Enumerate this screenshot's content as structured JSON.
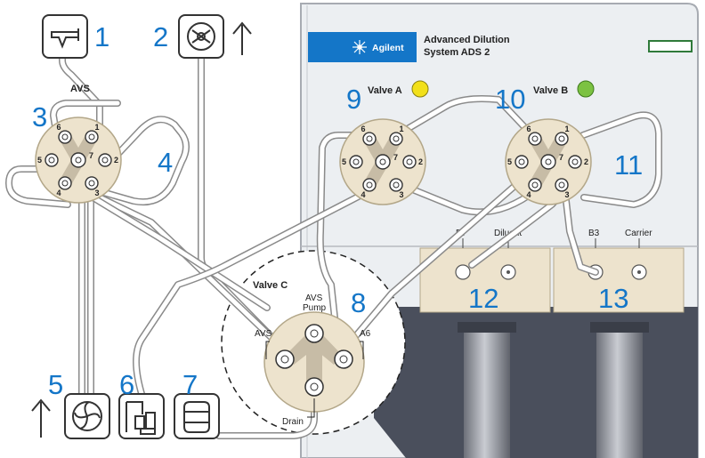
{
  "callouts": [
    "1",
    "2",
    "3",
    "4",
    "5",
    "6",
    "7",
    "8",
    "9",
    "10",
    "11",
    "12",
    "13"
  ],
  "instrument": {
    "brand": "Agilent",
    "title_line1": "Advanced Dilution",
    "title_line2": "System ADS 2"
  },
  "valves": {
    "avs": {
      "title": "AVS",
      "ports": [
        "1",
        "2",
        "3",
        "4",
        "5",
        "6",
        "7"
      ]
    },
    "valve_a": {
      "title": "Valve A",
      "status_color": "#f2e01a",
      "ports": [
        "1",
        "2",
        "3",
        "4",
        "5",
        "6",
        "7"
      ]
    },
    "valve_b": {
      "title": "Valve B",
      "status_color": "#7cc242",
      "ports": [
        "1",
        "2",
        "3",
        "4",
        "5",
        "6",
        "7"
      ]
    },
    "valve_c": {
      "title": "Valve C",
      "labels": {
        "avs": "AVS",
        "avs_pump_1": "AVS",
        "avs_pump_2": "Pump",
        "a6": "A6",
        "drain": "Drain"
      }
    }
  },
  "pumps": {
    "left": {
      "label_left": "B7",
      "label_right": "Diluent"
    },
    "right": {
      "label_left": "B3",
      "label_right": "Carrier"
    }
  },
  "icons": [
    "autosampler-probe-icon",
    "nebulizer-icon",
    "exhaust-fan-icon",
    "rinse-station-icon",
    "container-icon",
    "up-arrow-icon"
  ],
  "colors": {
    "callout": "#1476c8",
    "valve_face": "#ede3cd",
    "tube": "#ffffff",
    "tube_outline": "#8a8a8a",
    "panel": "#eceff2",
    "syringe_block": "#4a4f5c"
  }
}
